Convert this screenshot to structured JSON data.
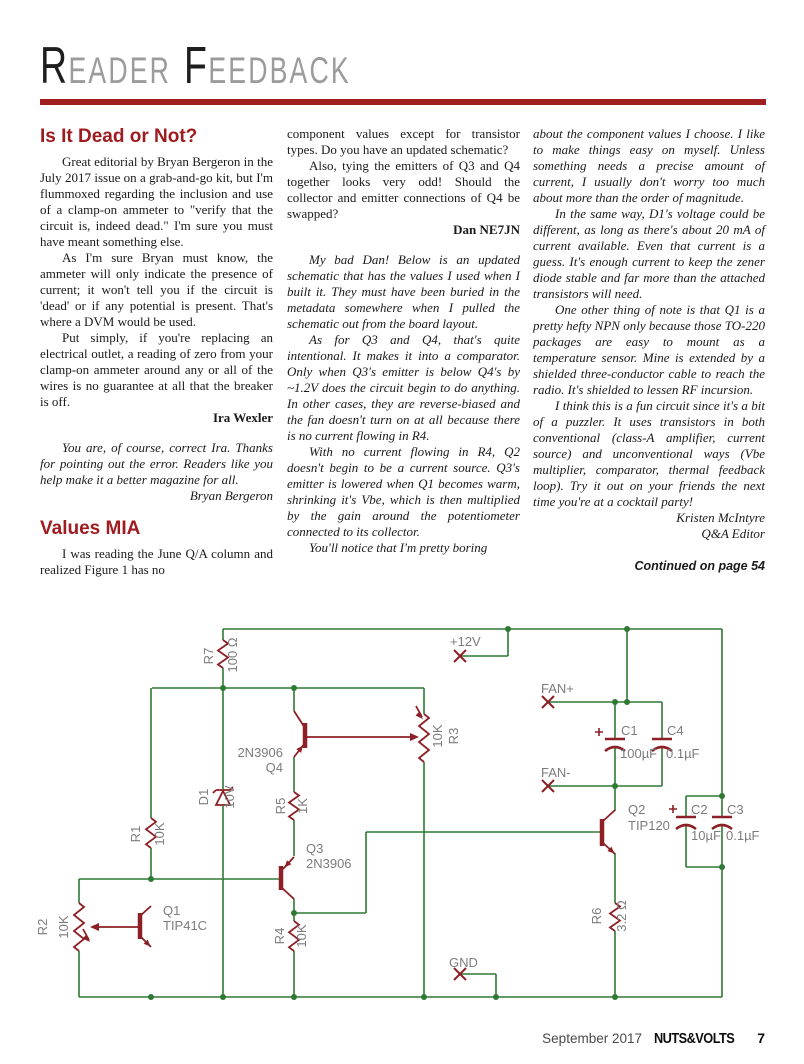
{
  "masthead": {
    "w1_cap": "R",
    "w1_rest": "EADER",
    "w2_cap": "F",
    "w2_rest": "EEDBACK"
  },
  "content": {
    "col1": {
      "heading1": "Is It Dead or Not?",
      "p1": "Great editorial by Bryan Bergeron in the July 2017 issue on a grab-and-go kit, but I'm flummoxed regarding the inclusion and use of a clamp-on ammeter to \"verify that the circuit is, indeed dead.\" I'm sure you must have meant something else.",
      "p2": "As I'm sure Bryan must know, the ammeter will only indicate the presence of current; it won't tell you if the circuit is 'dead' or if any potential is present. That's where a DVM would be used.",
      "p3": "Put simply, if you're replacing an electrical outlet, a reading of zero from your clamp-on ammeter around any or all of the wires is no guarantee at all that the breaker is off.",
      "sig1": "Ira Wexler",
      "reply_p1": "You are, of course, correct Ira. Thanks for pointing out the error. Readers like you help make it a better magazine for all.",
      "reply_sig": "Bryan Bergeron",
      "heading2": "Values MIA",
      "p4": "I was reading the June Q/A column and realized Figure 1 has no"
    },
    "col2": {
      "p1": "component values except for transistor types. Do you have an updated schematic?",
      "p2": "Also, tying the emitters of Q3 and Q4 together looks very odd! Should the collector and emitter connections of Q4 be swapped?",
      "sig": "Dan NE7JN",
      "reply_p1": "My bad Dan! Below is an updated schematic that has the values I used when I built it. They must have been buried in the metadata somewhere when I pulled the schematic out from the board layout.",
      "reply_p2": "As for Q3 and Q4, that's quite intentional. It makes it into a comparator. Only when Q3's emitter is below Q4's by ~1.2V does the circuit begin to do anything. In other cases, they are reverse-biased and the fan doesn't turn on at all because there is no current flowing in R4.",
      "reply_p3": "With no current flowing in R4, Q2 doesn't begin to be a current source. Q3's emitter is lowered when Q1 becomes warm, shrinking it's Vbe, which is then multiplied by the gain around the potentiometer connected to its collector.",
      "reply_p4": "You'll notice that I'm pretty boring"
    },
    "col3": {
      "p1": "about the component values I choose. I like to make things easy on myself. Unless something needs a precise amount of current, I usually don't worry too much about more than the order of magnitude.",
      "p2": "In the same way, D1's voltage could be different, as long as there's about 20 mA of current available. Even that current is a guess. It's enough current to keep the zener diode stable and far more than the attached transistors will need.",
      "p3": "One other thing of note is that Q1 is a pretty hefty NPN only because those TO-220 packages are easy to mount as a temperature sensor. Mine is extended by a shielded three-conductor cable to reach the radio. It's shielded to lessen RF incursion.",
      "p4": "I think this is a fun circuit since it's a bit of a puzzler. It uses transistors in both conventional (class-A amplifier, current source) and unconventional ways (Vbe multiplier, comparator, thermal feedback loop). Try it out on your friends the next time you're at a cocktail party!",
      "sig_name": "Kristen McIntyre",
      "sig_title": "Q&A Editor",
      "continued": "Continued on page 54"
    }
  },
  "schematic": {
    "nets": {
      "v12": "+12V",
      "fan_plus": "FAN+",
      "fan_minus": "FAN-",
      "gnd": "GND"
    },
    "r7": {
      "name": "R7",
      "value": "100 Ω"
    },
    "r1": {
      "name": "R1",
      "value": "10K"
    },
    "r2": {
      "name": "R2",
      "value": "10K"
    },
    "r3": {
      "name": "R3",
      "value": "10K"
    },
    "r4": {
      "name": "R4",
      "value": "10K"
    },
    "r5": {
      "name": "R5",
      "value": "1K"
    },
    "r6": {
      "name": "R6",
      "value": "3.2 Ω"
    },
    "d1": {
      "name": "D1",
      "value": "10V"
    },
    "q1": {
      "name": "Q1",
      "part": "TIP41C"
    },
    "q2": {
      "name": "Q2",
      "part": "TIP120"
    },
    "q3": {
      "name": "Q3",
      "part": "2N3906"
    },
    "q4": {
      "name": "Q4",
      "part": "2N3906"
    },
    "c1": {
      "name": "C1",
      "value": "100µF"
    },
    "c2": {
      "name": "C2",
      "value": "10µF"
    },
    "c3": {
      "name": "C3",
      "value": "0.1µF"
    },
    "c4": {
      "name": "C4",
      "value": "0.1µF"
    },
    "colors": {
      "wire": "#2e7a33",
      "component": "#8c2026",
      "label": "#7c7c7c"
    }
  },
  "footer": {
    "date": "September 2017",
    "magazine": "NUTS&VOLTS",
    "page": "7"
  }
}
